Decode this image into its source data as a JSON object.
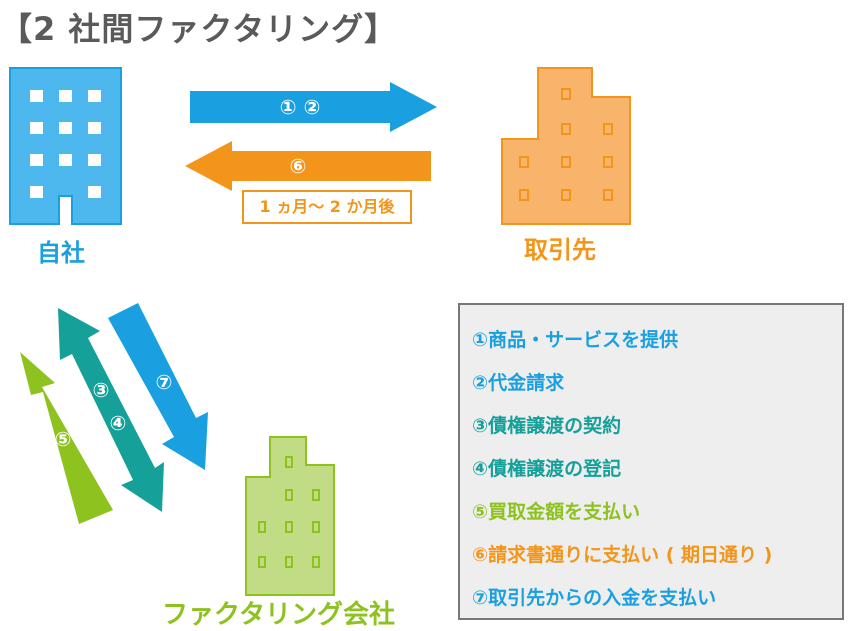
{
  "title": "【2 社間ファクタリング】",
  "entities": {
    "self": "自社",
    "partner": "取引先",
    "factor": "ファクタリング会社"
  },
  "arrows": {
    "a12": "① ②",
    "a6": "⑥",
    "a3": "③",
    "a4": "④",
    "a5": "⑤",
    "a7": "⑦"
  },
  "timing_note": "1 ヵ月〜 2 か月後",
  "legend": [
    "①商品・サービスを提供",
    "②代金請求",
    "③債権譲渡の契約",
    "④債権譲渡の登記",
    "⑤買取金額を支払い",
    "⑥請求書通りに支払い ( 期日通り )",
    "⑦取引先からの入金を支払い"
  ],
  "colors": {
    "blue": "#1aa0e0",
    "orange": "#f3951a",
    "teal": "#16a09a",
    "green": "#8dc21f",
    "self_building": "#4cb8ee",
    "partner_building": "#f8b46a",
    "factor_building": "#c2dc85",
    "title_gray": "#5a5a5a"
  }
}
